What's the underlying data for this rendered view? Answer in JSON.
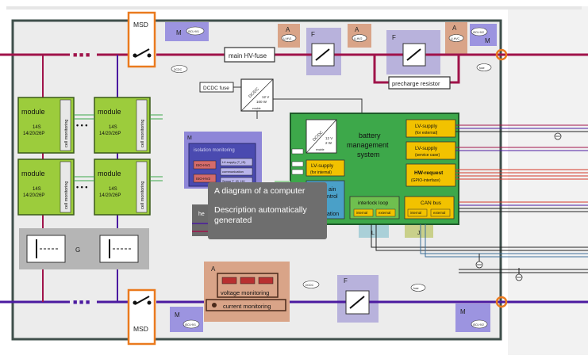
{
  "labels": {
    "msd": "MSD",
    "m": "M",
    "a": "A",
    "f": "F",
    "g": "G",
    "l": "L",
    "j": "J",
    "he": "he",
    "main_hv_fuse": "main HV-fuse",
    "precharge_resistor": "precharge resistor",
    "dcdc_fuse": "DCDC fuse",
    "dcdc_small": "DC/DC",
    "dcdc_rating_1": "12 V",
    "dcdc_rating_2": "100 W",
    "dcdc_enable": "enable",
    "bms_dcdc": "DC/DC",
    "bms_dcdc_rating_1": "12 V",
    "bms_dcdc_rating_2": "2 W",
    "bms_dcdc_enable": "enable",
    "bms_title_1": "battery",
    "bms_title_2": "management",
    "bms_title_3": "system",
    "lv_supply_internal": "LV-supply",
    "lv_supply_internal_sub": "(for internal)",
    "lv_supply_external": "LV-supply",
    "lv_supply_external_sub": "(for external)",
    "lv_supply_service": "LV-supply",
    "lv_supply_service_sub": "(service case)",
    "hw_request": "HW-request",
    "hw_request_sub": "(GPIO-interface)",
    "interlock_loop": "interlock loop",
    "internal": "internal",
    "external": "external",
    "can_bus": "CAN bus",
    "main_ctrl_1": "ain",
    "main_ctrl_2": "ntrol",
    "main_ctrl_3": "ation",
    "isolation_monitoring": "isolation monitoring",
    "iso_hv1": "ISO-HV1",
    "iso_hv2": "ISO-HV2",
    "lv_supply_iso": "LV-supply (T_IS)",
    "communication": "communication",
    "sense": "Sense T_IS_HV",
    "voltage_monitoring": "voltage monitoring",
    "current_monitoring": "current monitoring",
    "module": "module",
    "module_cells": "14S",
    "module_config": "14/20/26P",
    "cell_monitoring": "cell monitoring",
    "ellipsis": "• • •",
    "dcdc_tag": "DCDC",
    "fuse_tag": "fuse",
    "iso_hv1_tag": "ISO-HV1",
    "iso_hv2_tag": "ISO-HV2",
    "u_hv1": "U-HV1",
    "u_hv2": "U-HV2",
    "u_hv3": "U-HVC"
  },
  "tooltip": {
    "line1": "A diagram of a computer",
    "line2": "Description automatically generated"
  },
  "colors": {
    "hv_plus": "#a0134a",
    "hv_minus": "#4b1aa0",
    "module_green": "#9ccc3c",
    "bms_green": "#3da84a",
    "lv_yellow": "#f2c200",
    "msd_orange": "#ea7a1e",
    "m_blue": "#8e86d8",
    "a_tan": "#d9a488",
    "f_lavender": "#b8b2dc",
    "g_grey": "#b5b5b5"
  }
}
